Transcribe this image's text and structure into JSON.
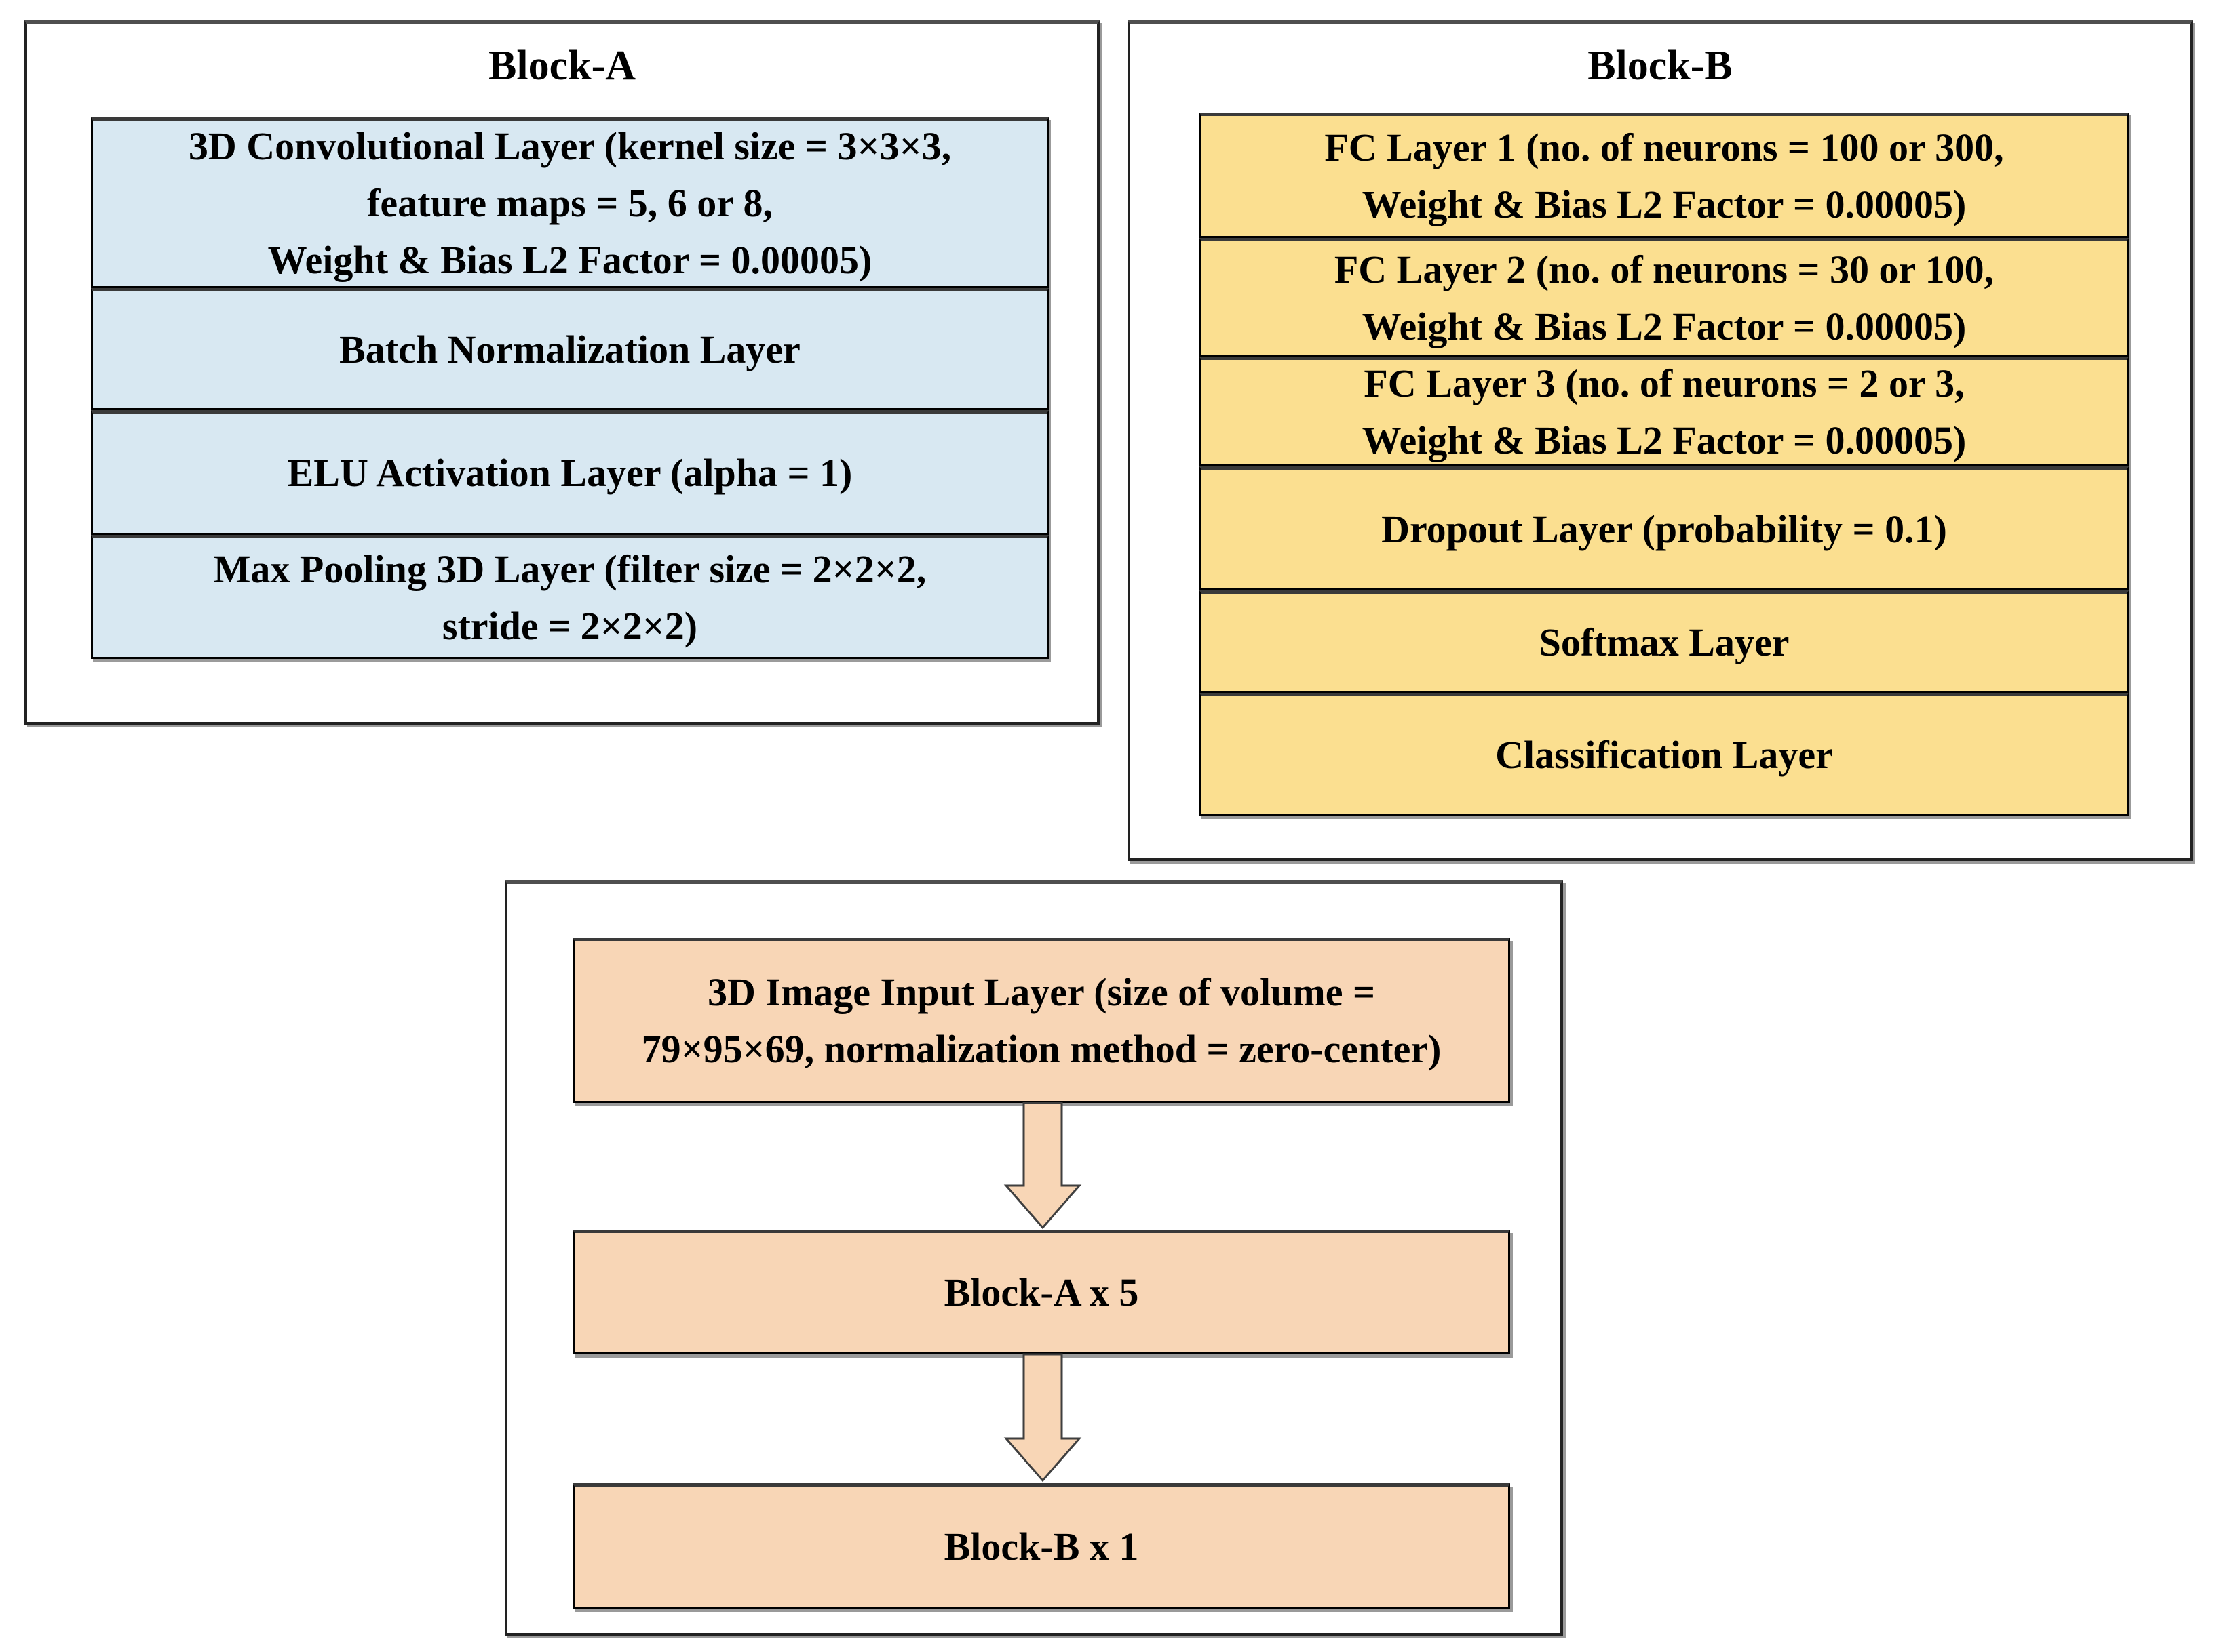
{
  "colors": {
    "blue_fill": "#d8e8f2",
    "yellow_fill": "#fbdf90",
    "peach_fill": "#f8d6b6",
    "border_dark": "#000000",
    "divider_gray": "#3a3a3a",
    "shadow_gray": "#9a9a9a",
    "text": "#000000"
  },
  "block_a": {
    "title": "Block-A",
    "rows": [
      {
        "lines": [
          "3D Convolutional Layer (kernel size = 3×3×3,",
          "feature maps = 5, 6 or 8,",
          "Weight & Bias L2 Factor = 0.00005)"
        ]
      },
      {
        "lines": [
          "Batch Normalization Layer"
        ]
      },
      {
        "lines": [
          "ELU Activation Layer (alpha = 1)"
        ]
      },
      {
        "lines": [
          "Max Pooling 3D Layer (filter size = 2×2×2,",
          "stride = 2×2×2)"
        ]
      }
    ]
  },
  "block_b": {
    "title": "Block-B",
    "rows": [
      {
        "lines": [
          "FC Layer 1 (no. of neurons = 100 or 300,",
          "Weight & Bias L2 Factor = 0.00005)"
        ]
      },
      {
        "lines": [
          "FC Layer 2 (no. of neurons = 30 or 100,",
          "Weight & Bias L2 Factor = 0.00005)"
        ]
      },
      {
        "lines": [
          "FC Layer 3 (no. of neurons = 2 or 3,",
          "Weight & Bias L2 Factor = 0.00005)"
        ]
      },
      {
        "lines": [
          "Dropout Layer (probability = 0.1)"
        ]
      },
      {
        "lines": [
          "Softmax Layer"
        ]
      },
      {
        "lines": [
          "Classification Layer"
        ]
      }
    ]
  },
  "pipeline": {
    "nodes": [
      {
        "lines": [
          "3D Image Input Layer (size of volume =",
          "79×95×69, normalization method = zero-center)"
        ]
      },
      {
        "lines": [
          "Block-A x 5"
        ]
      },
      {
        "lines": [
          "Block-B x 1"
        ]
      }
    ]
  }
}
